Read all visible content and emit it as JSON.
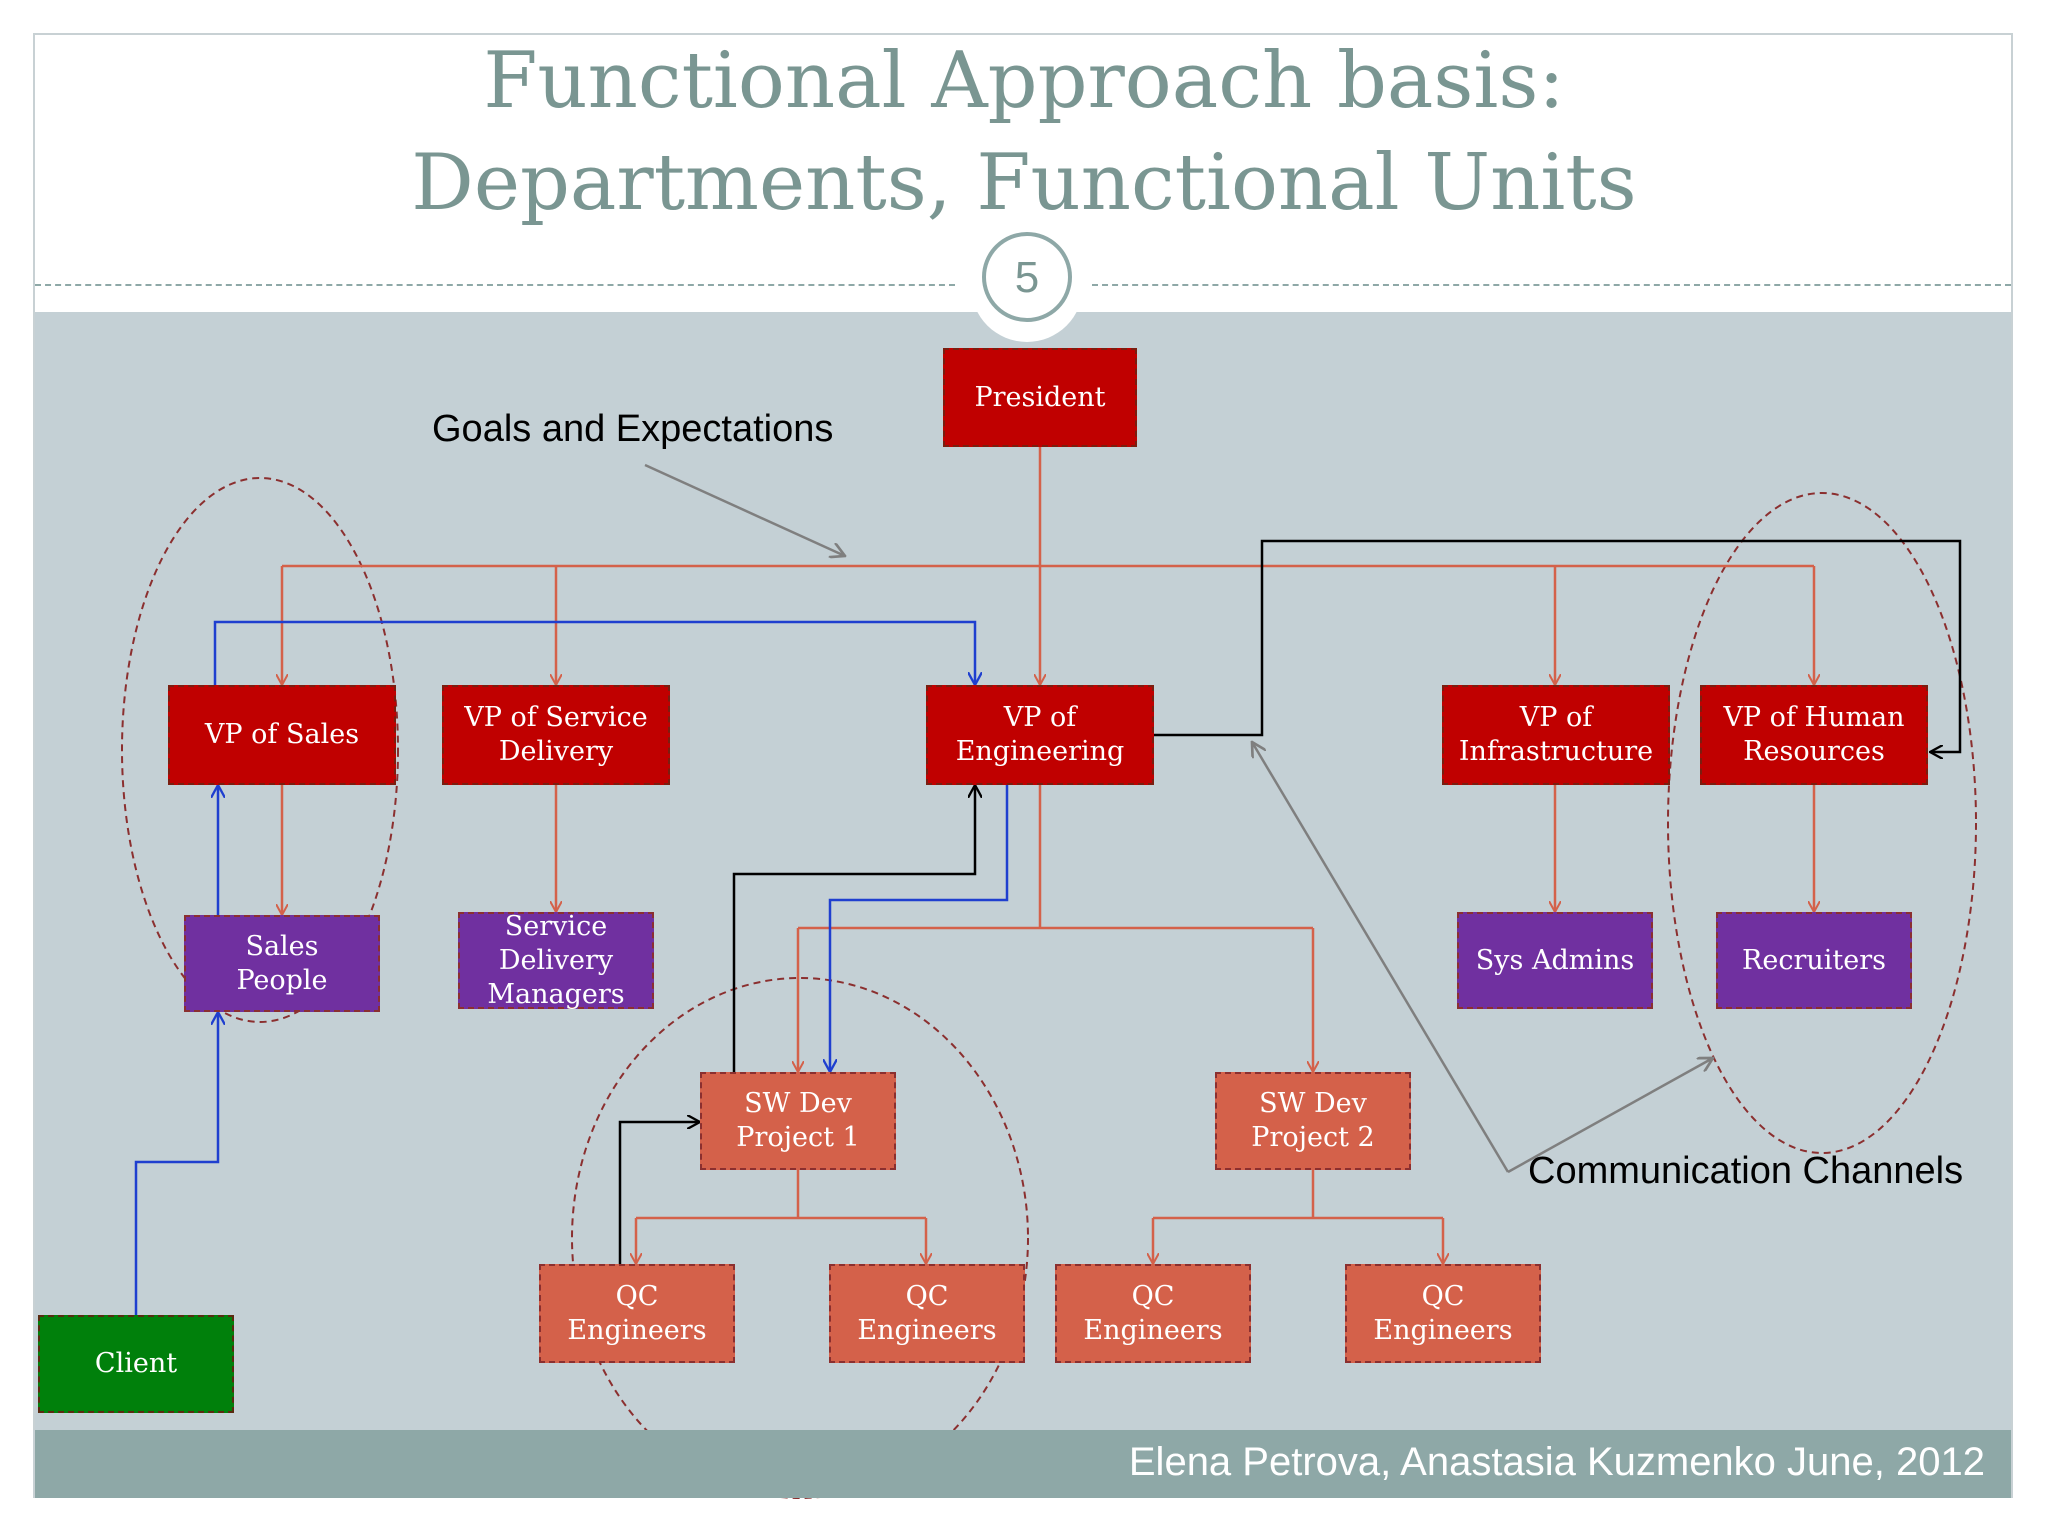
{
  "slide": {
    "title_line1": "Functional Approach basis:",
    "title_line2": "Departments, Functional Units",
    "number": "5",
    "footer": "Elena Petrova, Anastasia Kuzmenko  June, 2012"
  },
  "annotations": {
    "goals": "Goals and Expectations",
    "communication": "Communication Channels"
  },
  "nodes": {
    "president": "President",
    "vp_sales": "VP of Sales",
    "vp_service": "VP of  Service\nDelivery",
    "vp_engineering": "VP of\nEngineering",
    "vp_infrastructure": "VP of\nInfrastructure",
    "vp_hr": "VP of Human\nResources",
    "sales_people": "Sales\nPeople",
    "service_managers": "Service\nDelivery\nManagers",
    "sys_admins": "Sys Admins",
    "recruiters": "Recruiters",
    "sw_dev_1": "SW Dev\nProject 1",
    "sw_dev_2": "SW Dev\nProject 2",
    "qc_1": "QC\nEngineers",
    "qc_2": "QC\nEngineers",
    "qc_3": "QC\nEngineers",
    "qc_4": "QC\nEngineers",
    "client": "Client"
  },
  "colors": {
    "hierarchy_line": "#d4614a",
    "sales_channel": "#1f3fcf",
    "engineering_channel": "#000000",
    "annotation_arrow": "#7f7f7f",
    "group_outline": "#8b2f2f",
    "executive_box": "#c00000",
    "staff_box": "#7030a0",
    "project_box": "#d4614a",
    "client_box": "#00800b"
  }
}
